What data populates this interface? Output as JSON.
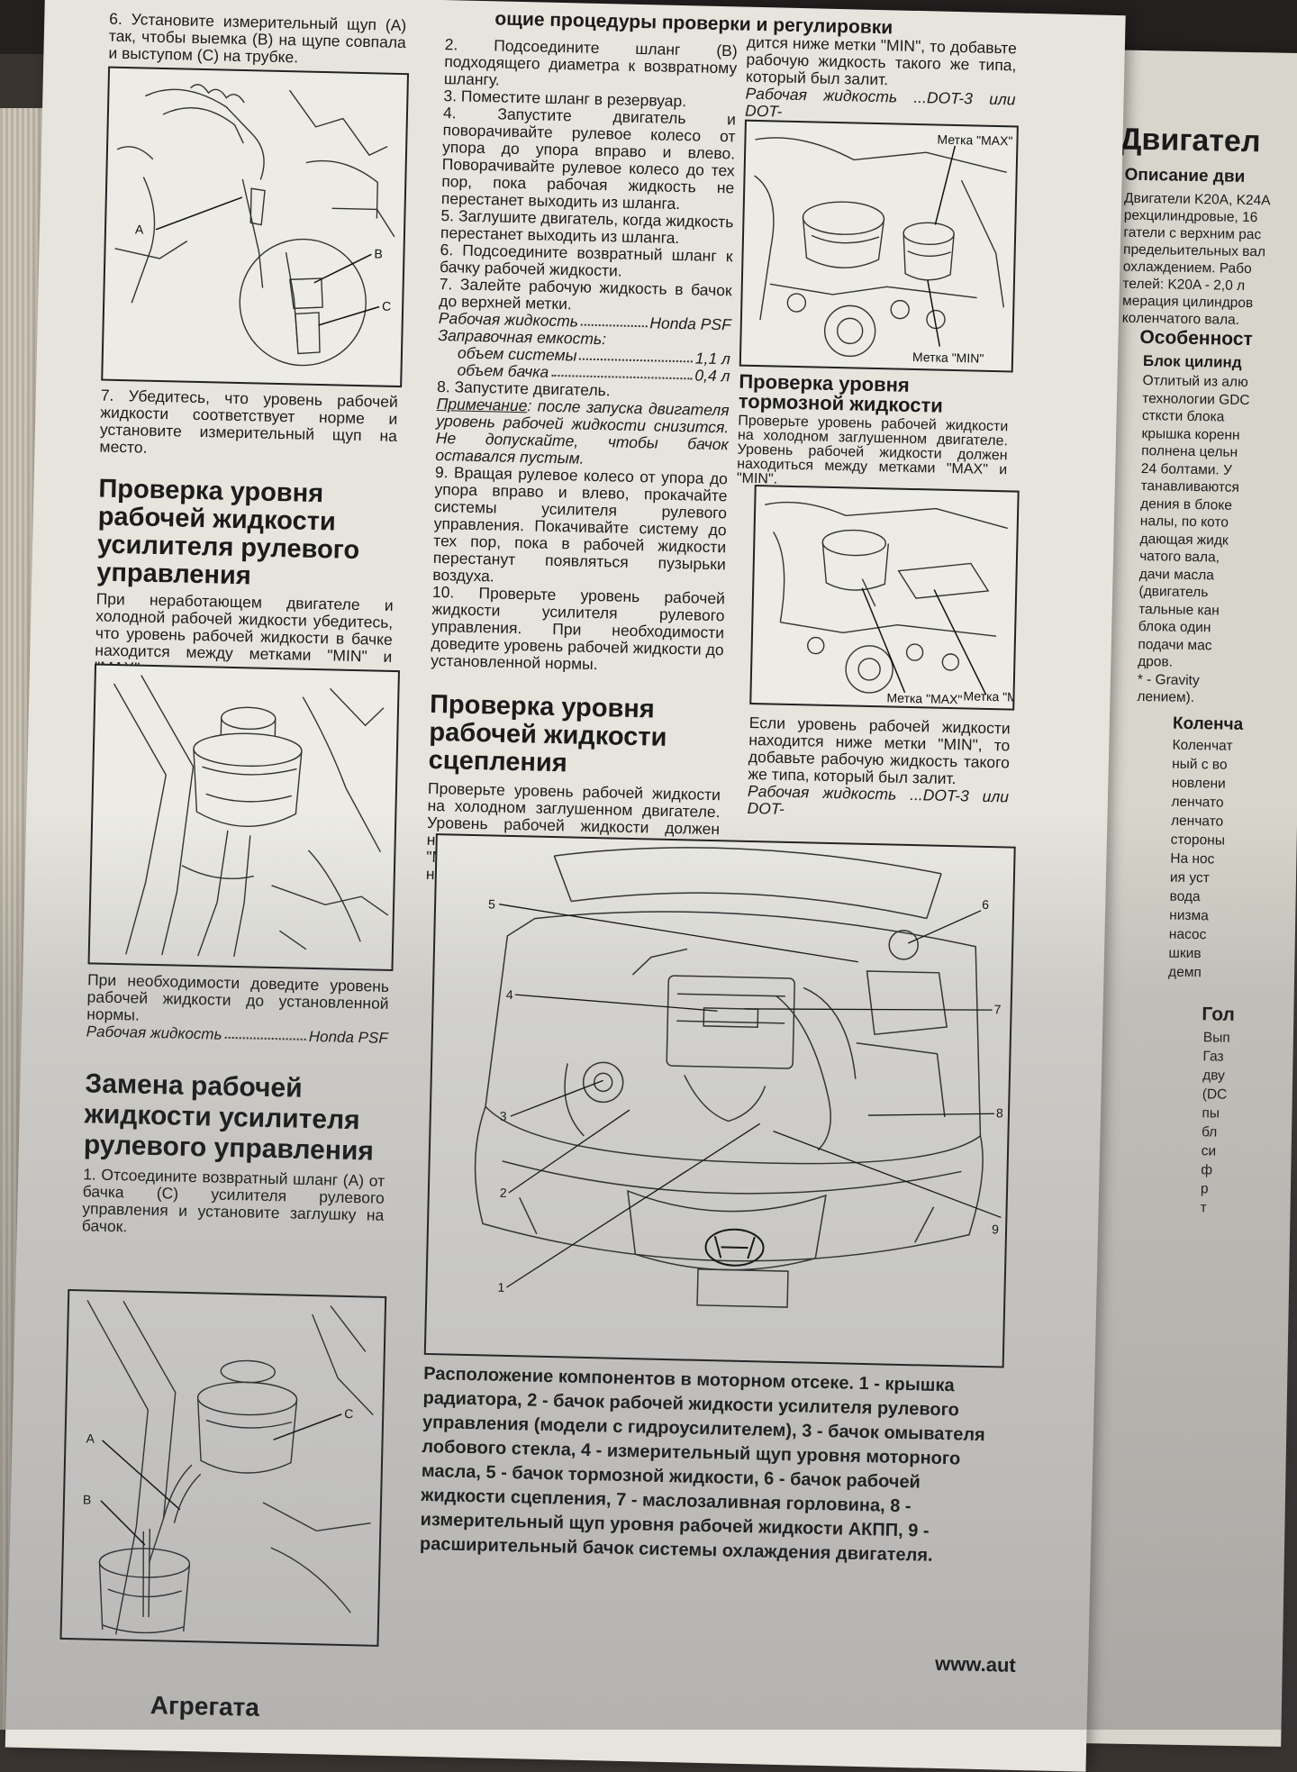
{
  "header": {
    "running_title": "ощие процедуры проверки и регулировки"
  },
  "col1": {
    "step6": "6. Установите измерительный щуп (А) так, чтобы выемка (В) на щупе совпала и выступом (С) на трубке.",
    "fig1_labels": {
      "a": "A",
      "b": "B",
      "c": "C"
    },
    "step7": "7. Убедитесь, что уровень рабочей жидкости соответствует норме и установите измерительный щуп на место.",
    "psf_title": "Проверка уровня рабочей жидкости усилителя рулевого управления",
    "psf_text": "При неработающем двигателе и холодной рабочей жидкости убедитесь, что уровень рабочей жидкости в бачке находится между метками \"MIN\" и \"MAX\".",
    "psf_text2": "При необходимости доведите уровень рабочей жидкости до установленной нормы.",
    "fluid_label": "Рабочая жидкость",
    "fluid_value": "Honda PSF",
    "replace_title": "Замена рабочей жидкости усилителя рулевого управления",
    "replace_step1": "1. Отсоедините возвратный шланг (А) от бачка (С) усилителя рулевого управления и установите заглушку на бачок.",
    "fig3_labels": {
      "a": "A",
      "b": "B",
      "c": "C"
    },
    "bottom_fragment": "Агрегата"
  },
  "col2": {
    "steps": [
      "2. Подсоедините шланг (В) подходящего диаметра к возвратному шлангу.",
      "3. Поместите шланг в резервуар.",
      "4. Запустите двигатель и поворачивайте рулевое колесо от упора до упора вправо и влево. Поворачивайте рулевое колесо до тех пор, пока рабочая жидкость не перестанет выходить из шланга.",
      "5. Заглушите двигатель, когда жидкость перестанет выходить из шланга.",
      "6. Подсоедините возвратный шланг к бачку рабочей жидкости.",
      "7. Залейте рабочую жидкость в бачок до верхней метки."
    ],
    "fluid_label": "Рабочая жидкость",
    "fluid_value": "Honda PSF",
    "capacity_label": "Заправочная емкость:",
    "system_label": "объем системы",
    "system_value": "1,1 л",
    "tank_label": "объем бачка",
    "tank_value": "0,4 л",
    "step8": "8. Запустите двигатель.",
    "note_label": "Примечание",
    "note_text": ": после запуска двигателя уровень рабочей жидкости снизится. Не допускайте, чтобы бачок оставался пустым.",
    "step9": "9. Вращая рулевое колесо от упора до упора вправо и влево, прокачайте системы усилителя рулевого управления. Покачивайте систему до тех пор, пока в рабочей жидкости перестанут появляться пузырьки воздуха.",
    "step10": "10. Проверьте уровень рабочей жидкости усилителя рулевого управления. При необходимости доведите уровень рабочей жидкости до установленной нормы.",
    "clutch_title": "Проверка уровня рабочей жидкости сцепления",
    "clutch_text": "Проверьте уровень рабочей жидкости на холодном заглушенном двигателе. Уровень рабочей жидкости должен находиться между метками \"MAX\" и \"MIN\". Если уровень рабочей жидкости нахо-"
  },
  "col3": {
    "top_text": "дится ниже метки \"MIN\", то добавьте рабочую жидкость такого же типа, который был залит.",
    "top_fluid": "Рабочая жидкость ...DOT-3 или DOT-",
    "fig_max": "Метка \"MAX\"",
    "fig_min": "Метка \"MIN\"",
    "brake_title": "Проверка уровня тормозной жидкости",
    "brake_text": "Проверьте уровень рабочей жидкости на холодном заглушенном двигателе. Уровень рабочей жидкости должен находиться между метками \"MAX\" и \"MIN\".",
    "fig2_max": "Метка \"MAX\"",
    "fig2_min": "Метка \"MIN\"",
    "bottom_text": "Если уровень рабочей жидкости находится ниже метки \"MIN\", то добавьте рабочую жидкость такого же типа, который был залит.",
    "bottom_fluid": "Рабочая жидкость ...DOT-3 или DOT-"
  },
  "engine_figure": {
    "numbers": [
      "1",
      "2",
      "3",
      "4",
      "5",
      "6",
      "7",
      "8",
      "9"
    ],
    "caption": "Расположение компонентов в моторном отсеке. 1 - крышка радиатора, 2 - бачок рабочей жидкости усилителя рулевого управления (модели с гидроусилителем), 3 - бачок омывателя лобового стекла, 4 - измерительный щуп уровня моторного масла, 5 - бачок тормозной жидкости, 6 - бачок рабочей жидкости сцепления, 7 - маслозаливная горловина, 8 - измерительный щуп уровня рабочей жидкости АКПП, 9 - расширительный бачок системы охлаждения двигателя.",
    "website": "www.aut"
  },
  "right_page": {
    "title": "Двигател",
    "sub1": "Описание дви",
    "lines1": [
      "Двигатели K20A, K24A",
      "рехцилиндровые, 16",
      "гатели с верхним рас",
      "предельительных вал",
      "охлаждением. Рабо",
      "телей: K20A - 2,0 л",
      "мерация цилиндров",
      "коленчатого вала."
    ],
    "sub2": "Особенност",
    "sub3": "Блок цилинд",
    "lines2": [
      "Отлитый из алю",
      "технологии GDC",
      "стксти блока",
      "крышка коренн",
      "полнена цельн",
      "24 болтами. У",
      "танавливаются",
      "дения в блоке",
      "налы, по кото",
      "дающая жидк",
      "чатого вала,",
      "дачи масла",
      "(двигатель",
      "тальные кан",
      "блока один",
      "подачи мас",
      "дров.",
      "* - Gravity",
      "лением)."
    ],
    "sub4": "Коленча",
    "lines3": [
      "Коленчат",
      "ный с во",
      "новлени",
      "ленчато",
      "ленчато",
      "стороны",
      "На нос",
      "ия уст",
      "вода",
      "низма",
      "насос",
      "шкив",
      "демп"
    ],
    "sub5": "Гол",
    "lines4": [
      "Вып",
      "Газ",
      "дву",
      "(DC",
      "пы",
      "бл",
      "си",
      "ф",
      "р",
      "т"
    ]
  }
}
